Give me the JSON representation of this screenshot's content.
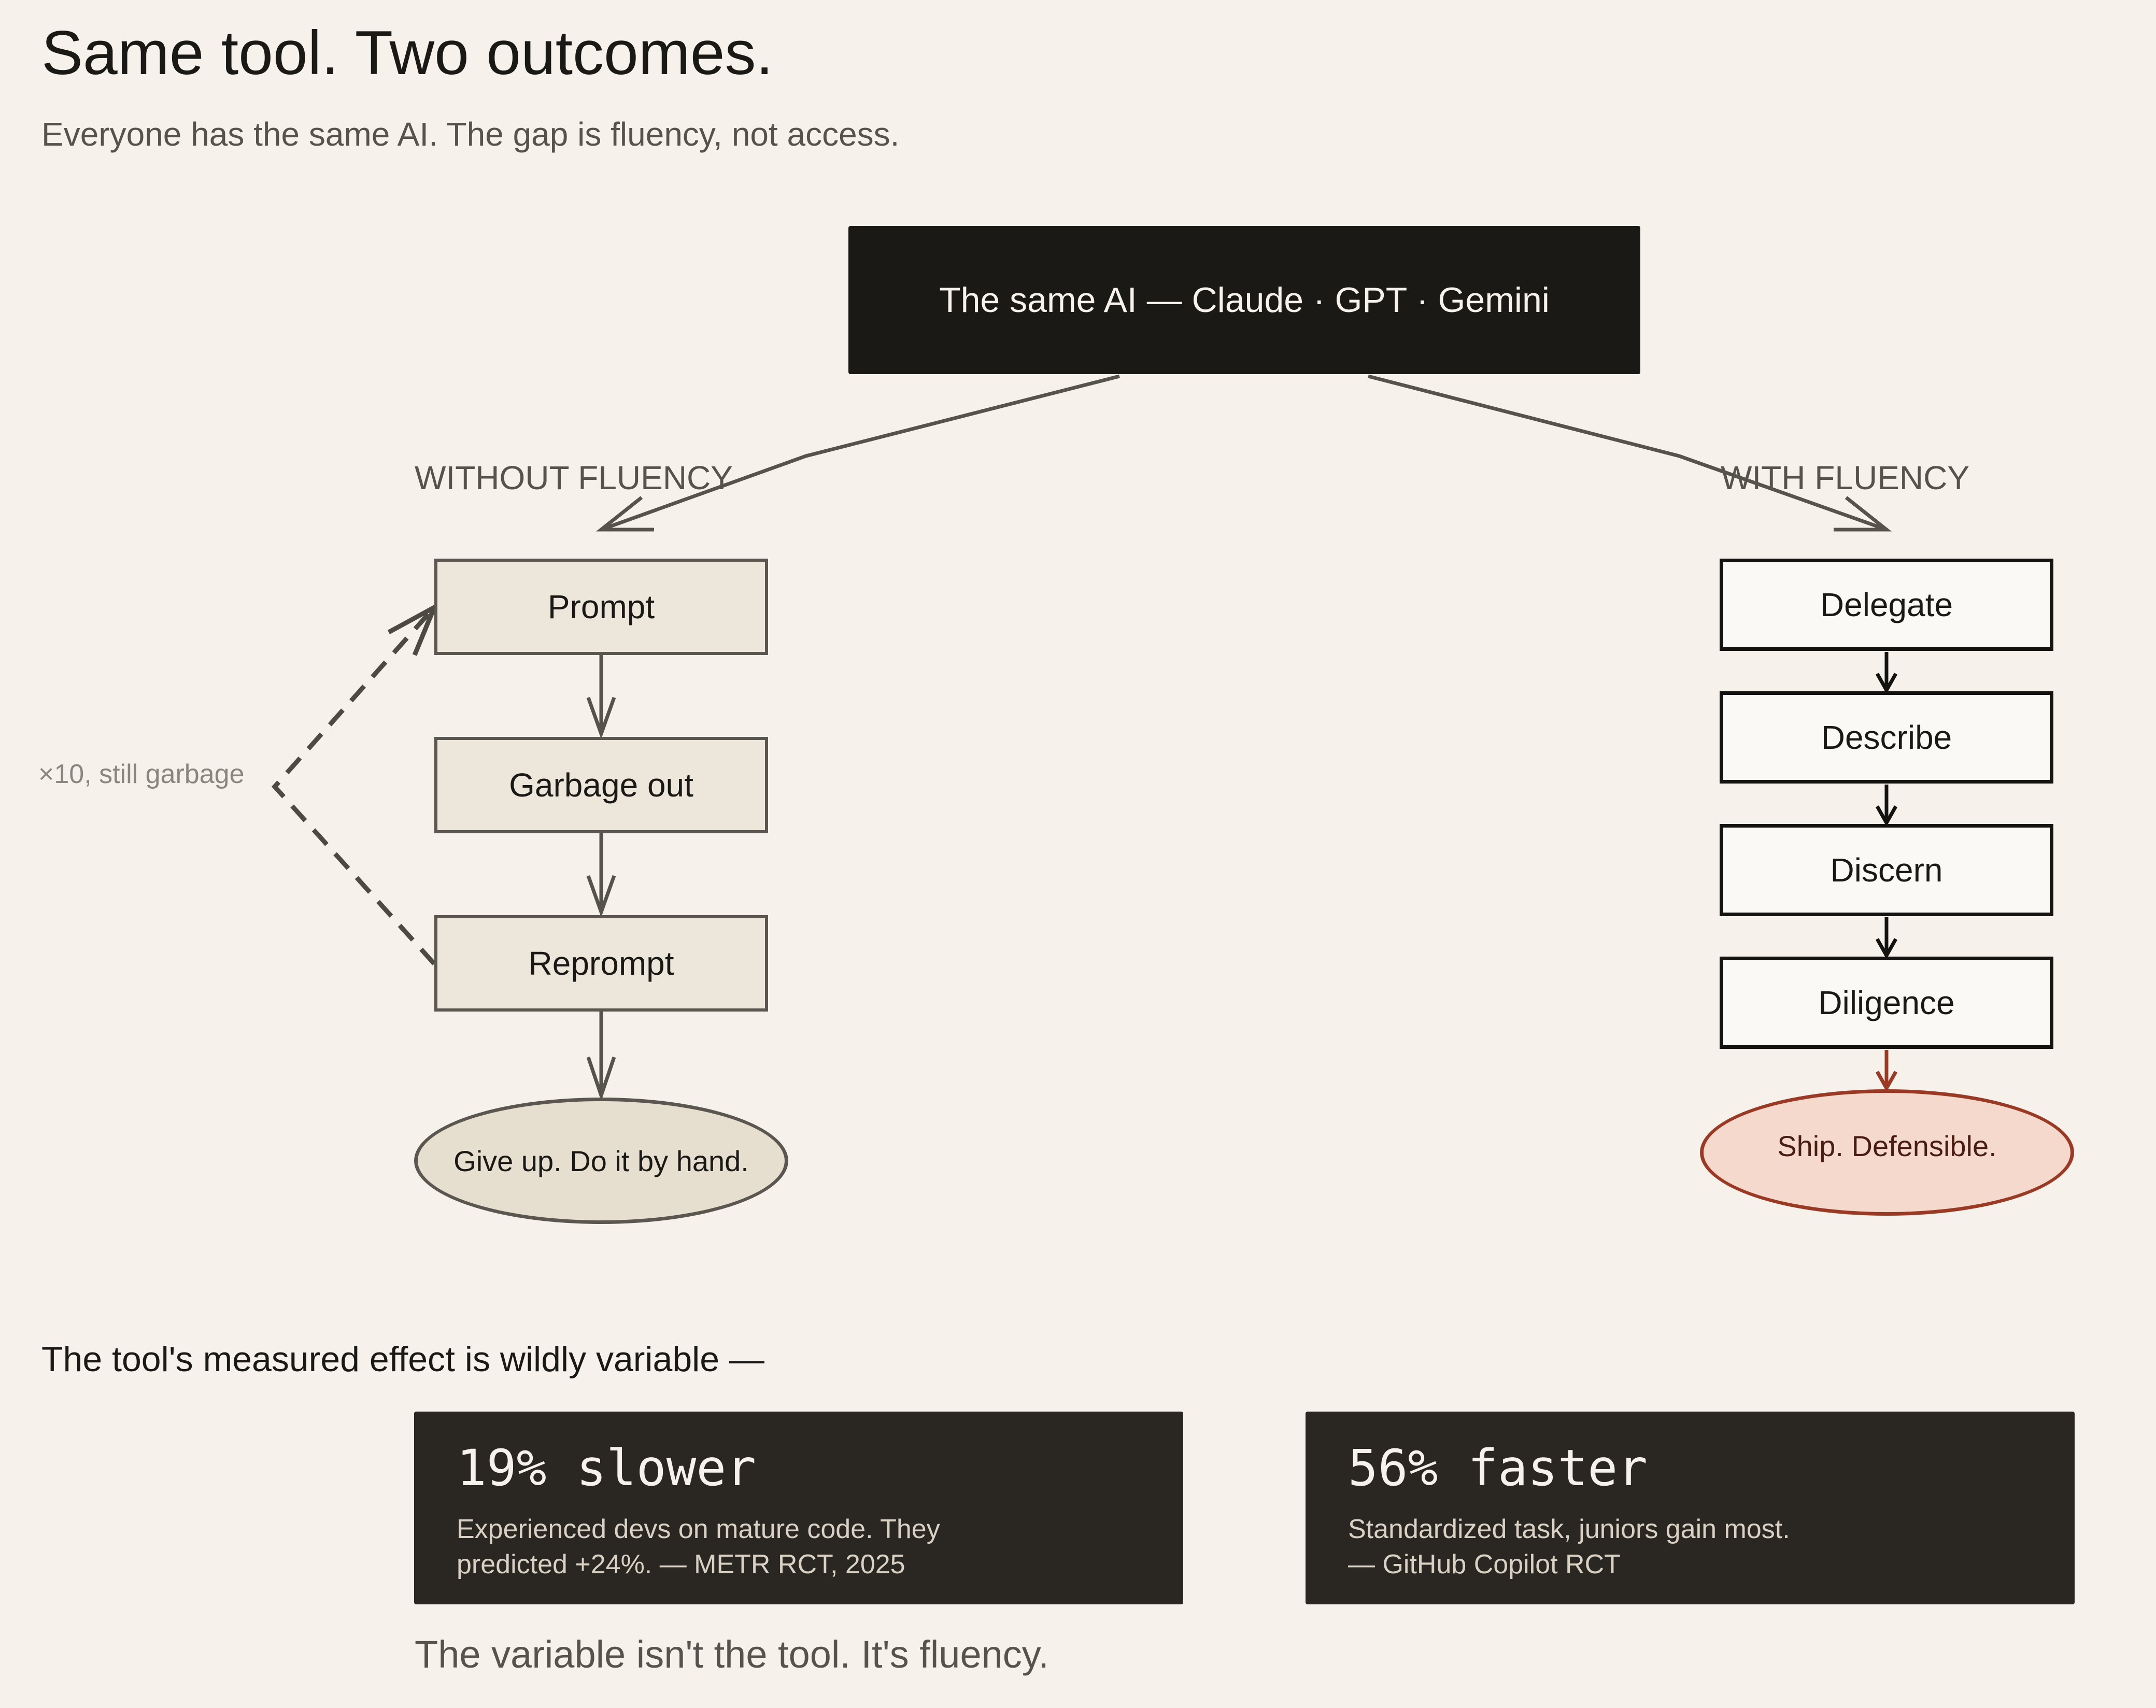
{
  "header": {
    "title": "Same tool. Two outcomes.",
    "subtitle": "Everyone has the same AI. The gap is fluency, not access."
  },
  "source": {
    "label": "The same AI — Claude · GPT · Gemini"
  },
  "without_fluency": {
    "label": "WITHOUT FLUENCY",
    "steps": [
      "Prompt",
      "Garbage out",
      "Reprompt"
    ],
    "loop_note": "×10, still garbage",
    "outcome": "Give up. Do it by hand."
  },
  "with_fluency": {
    "label": "WITH FLUENCY",
    "steps": [
      "Delegate",
      "Describe",
      "Discern",
      "Diligence"
    ],
    "outcome": "Ship. Defensible."
  },
  "evidence": {
    "lead": "The tool's measured effect is wildly variable —",
    "cards": [
      {
        "headline": "19% slower",
        "line1": "Experienced devs on mature code. They",
        "line2": "predicted +24%. — METR RCT, 2025"
      },
      {
        "headline": "56% faster",
        "line1": "Standardized task, juniors gain most.",
        "line2": "— GitHub Copilot RCT"
      }
    ],
    "conclusion": "The variable isn't the tool. It's fluency."
  },
  "colors": {
    "background": "#f6f1eb",
    "ink": "#1a1915",
    "muted": "#5b5750",
    "accent": "#9a3a24",
    "accent_fill": "#f5d9cd"
  }
}
